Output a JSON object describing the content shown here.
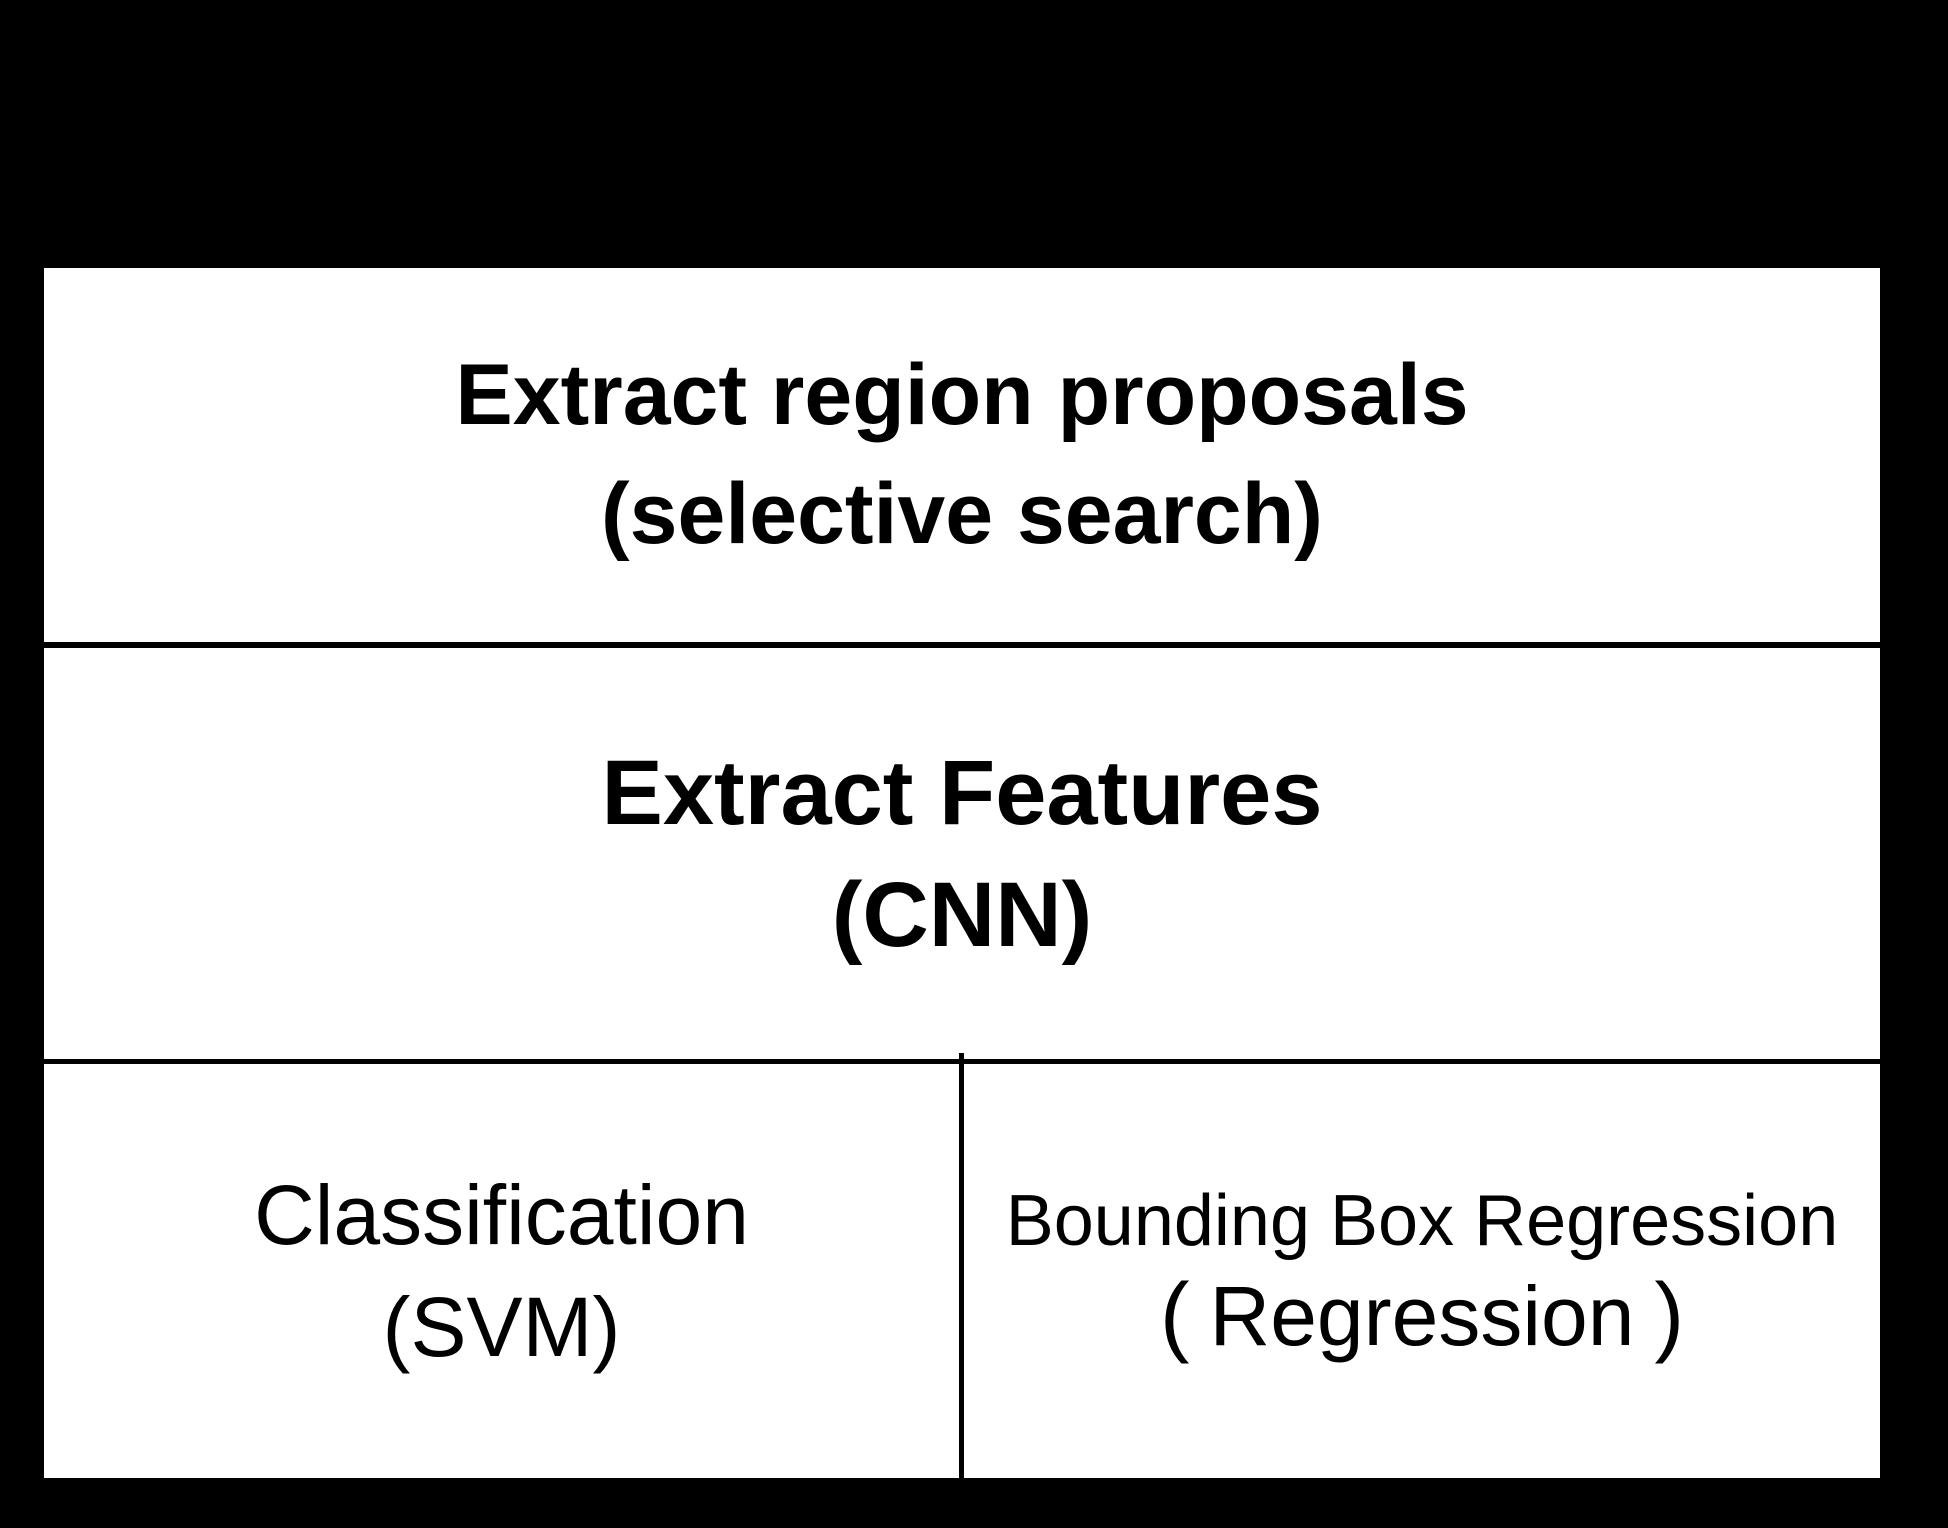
{
  "colors": {
    "background": "#000000",
    "panel": "#ffffff",
    "text": "#000000",
    "grid_lines": "#000000"
  },
  "diagram": {
    "type": "pipeline-table",
    "rows": "3",
    "row1": {
      "line1": "Extract region proposals",
      "line2": "(selective search)"
    },
    "row2": {
      "line1": "Extract Features",
      "line2": "(CNN)"
    },
    "row3": {
      "left": {
        "line1": "Classification",
        "line2": "(SVM)"
      },
      "right": {
        "line1": "Bounding Box Regression",
        "line2_open": "(",
        "line2_text": "Regression",
        "line2_close": ")"
      }
    }
  }
}
